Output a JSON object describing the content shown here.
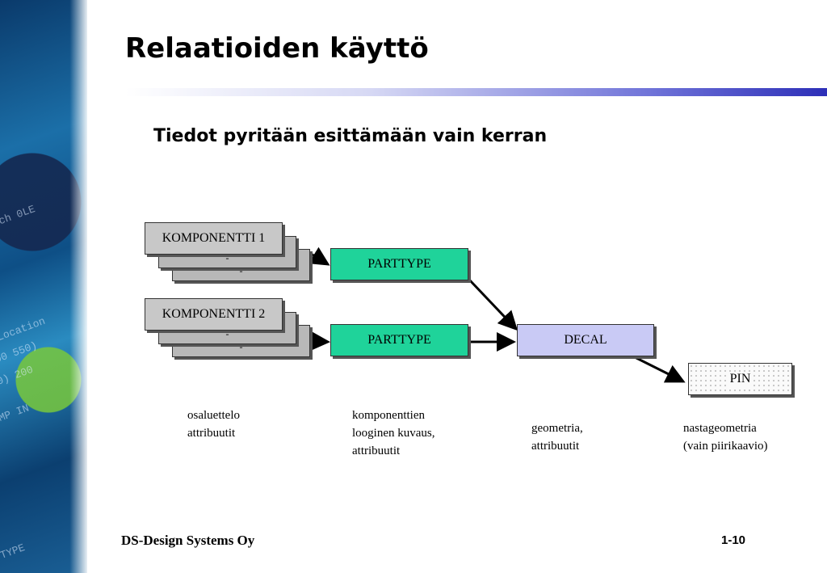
{
  "slide": {
    "title": "Relaatioiden käyttö",
    "subtitle": "Tiedot pyritään esittämään vain kerran"
  },
  "diagram": {
    "component_1": "KOMPONENTTI 1",
    "component_2": "KOMPONENTTI 2",
    "stack_mark": "-",
    "parttype_1": "PARTTYPE",
    "parttype_2": "PARTTYPE",
    "decal": "DECAL",
    "pin": "PIN"
  },
  "labels": {
    "components_line1": "osaluettelo",
    "components_line2": "attribuutit",
    "parttype_line1": "komponenttien",
    "parttype_line2": "looginen kuvaus,",
    "parttype_line3": "attribuutit",
    "decal_line1": "geometria,",
    "decal_line2": "attribuutit",
    "pin_line1": "nastageometria",
    "pin_line2": "(vain piirikaavio)"
  },
  "footer": {
    "company": "DS-Design Systems Oy",
    "page": "1-10"
  },
  "colors": {
    "parttype": "#1fd39a",
    "decal": "#c9caf5",
    "component": "#c8c8c8",
    "rule_end": "#2d2fb8"
  }
}
